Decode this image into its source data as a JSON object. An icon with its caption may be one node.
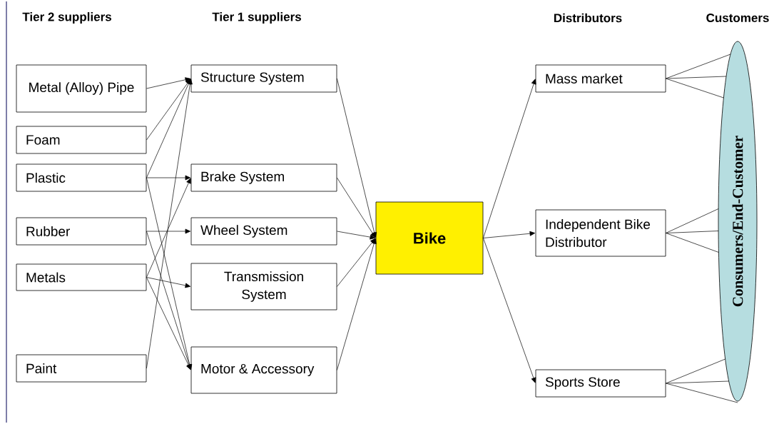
{
  "diagram": {
    "nodes": [
      {
        "text": [
          "Metal (Alloy) Pipe"
        ]
      },
      {
        "text": [
          "Foam"
        ]
      },
      {
        "text": [
          "Plastic"
        ]
      },
      {
        "text": [
          "Rubber"
        ]
      },
      {
        "text": [
          "Metals"
        ]
      },
      {
        "text": [
          "Paint"
        ]
      },
      {
        "text": [
          "Structure System"
        ]
      },
      {
        "text": [
          "Brake System"
        ]
      },
      {
        "text": [
          "Wheel System"
        ]
      },
      {
        "text": [
          "Transmission System"
        ]
      },
      {
        "text": [
          "Motor & Accessory"
        ]
      },
      {
        "text": [
          "Bike"
        ]
      },
      {
        "text": [
          "Mass market"
        ]
      },
      {
        "text": [
          "Independent Bike Distributor"
        ]
      },
      {
        "text": [
          "Sports Store"
        ]
      },
      {
        "text": [
          "Consumers/End-Customer"
        ]
      }
    ],
    "edges": [
      {
        "from": 0,
        "to": 6,
        "arrow": "to"
      },
      {
        "from": 1,
        "to": 6,
        "arrow": "to"
      },
      {
        "from": 2,
        "to": 6,
        "arrow": "to"
      },
      {
        "from": 2,
        "to": 7,
        "arrow": "to"
      },
      {
        "from": 2,
        "to": 10,
        "arrow": "to"
      },
      {
        "from": 3,
        "to": 8,
        "arrow": "to"
      },
      {
        "from": 3,
        "to": 10,
        "arrow": "to"
      },
      {
        "from": 4,
        "to": 7,
        "arrow": "to"
      },
      {
        "from": 4,
        "to": 9,
        "arrow": "to"
      },
      {
        "from": 4,
        "to": 10,
        "arrow": "to"
      },
      {
        "from": 5,
        "to": 6,
        "arrow": "to"
      },
      {
        "from": 6,
        "to": 11,
        "arrow": "to"
      },
      {
        "from": 7,
        "to": 11,
        "arrow": "to"
      },
      {
        "from": 8,
        "to": 11,
        "arrow": "to"
      },
      {
        "from": 9,
        "to": 11,
        "arrow": "to"
      },
      {
        "from": 10,
        "to": 11,
        "arrow": "to"
      },
      {
        "from": 11,
        "to": 12,
        "arrow": "to"
      },
      {
        "from": 11,
        "to": 13,
        "arrow": "to"
      },
      {
        "from": 11,
        "to": 14,
        "arrow": "to"
      },
      {
        "from": 12,
        "to": 15,
        "arrow": "none"
      },
      {
        "from": 12,
        "to": 15,
        "arrow": "none"
      },
      {
        "from": 12,
        "to": 15,
        "arrow": "none"
      },
      {
        "from": 13,
        "to": 15,
        "arrow": "none"
      },
      {
        "from": 13,
        "to": 15,
        "arrow": "none"
      },
      {
        "from": 13,
        "to": 15,
        "arrow": "none"
      },
      {
        "from": 14,
        "to": 15,
        "arrow": "none"
      },
      {
        "from": 14,
        "to": 15,
        "arrow": "none"
      },
      {
        "from": 14,
        "to": 15,
        "arrow": "none"
      }
    ],
    "labels": [
      "Tier 2 suppliers",
      "Tier 1 suppliers",
      "Distributors",
      "Customers"
    ]
  }
}
